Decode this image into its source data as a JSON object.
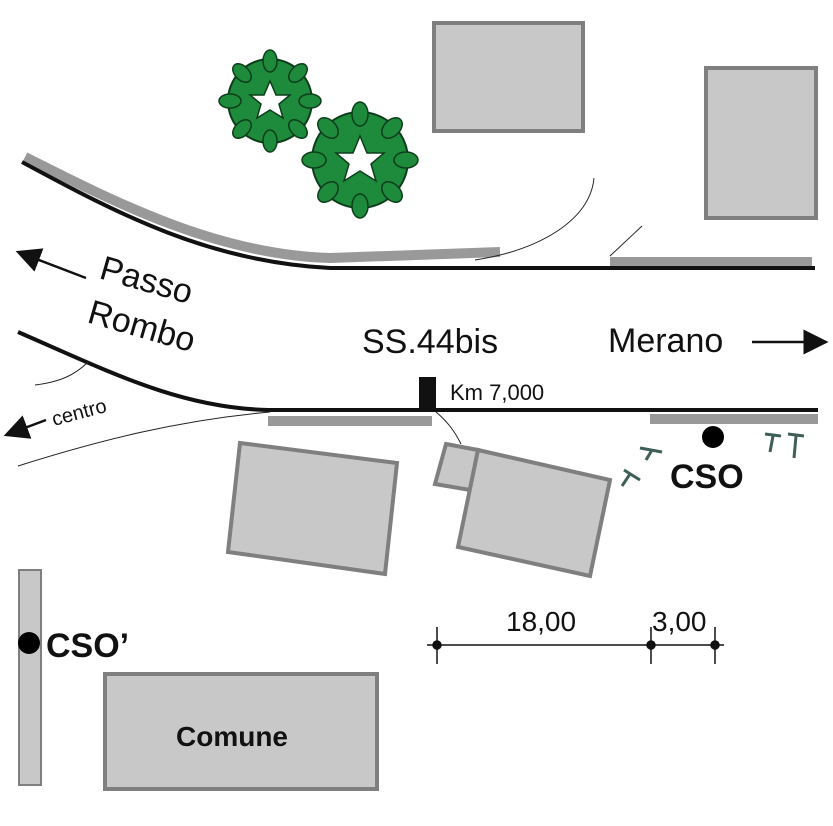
{
  "labels": {
    "passo_line1": "Passo",
    "passo_line2": "Rombo",
    "road": "SS.44bis",
    "merano": "Merano",
    "centro": "centro",
    "km": "Km 7,000",
    "cso": "CSO",
    "cso_prime": "CSO’",
    "comune": "Comune"
  },
  "dimensions": {
    "first": "18,00",
    "second": "3,00"
  },
  "colors": {
    "road_line": "#111111",
    "building_fill": "#c8c8c8",
    "building_stroke": "#7f7f7f",
    "sidewalk": "#999999",
    "tree_leaf": "#1e8a3c",
    "tree_outline": "#0c3d1a",
    "marker": "#000000",
    "small_sign": "#3e5f58"
  },
  "icons": {
    "trees": "tree-icon",
    "station": "station-dot-icon",
    "signs": "sign-icon"
  }
}
